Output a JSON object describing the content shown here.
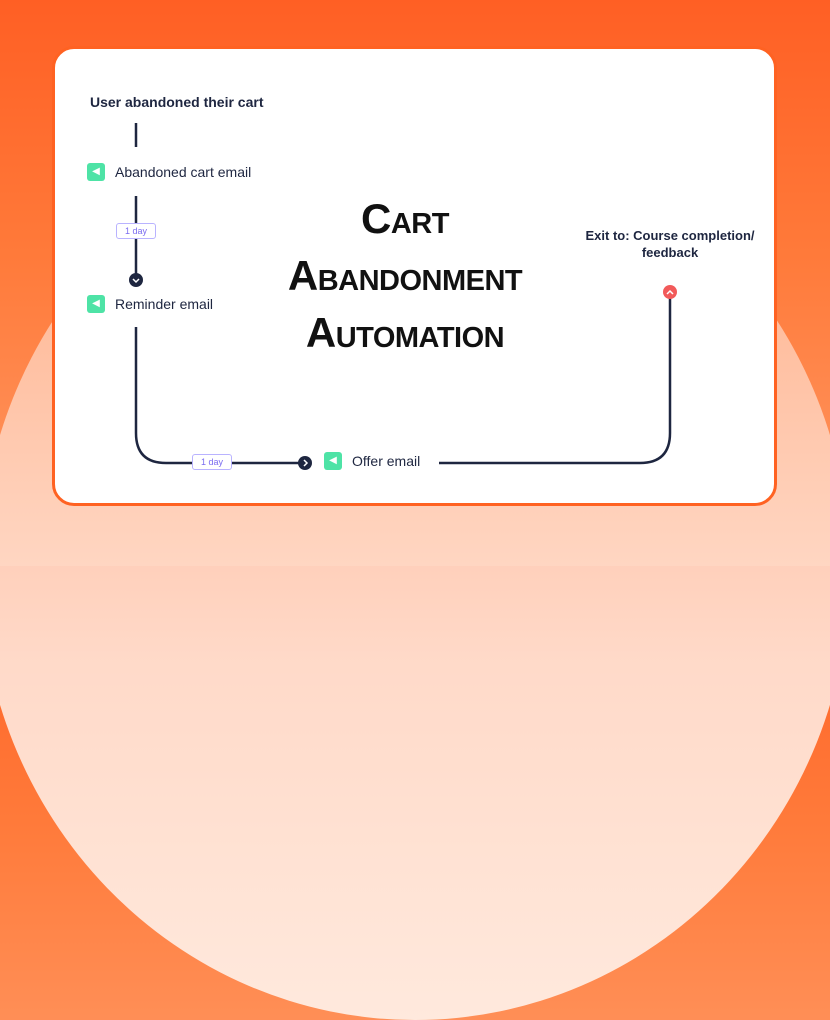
{
  "title": [
    "Cart",
    "Abandonment",
    "Automation"
  ],
  "start": "User abandoned their cart",
  "steps": [
    "Abandoned cart email",
    "Reminder email",
    "Offer email"
  ],
  "delays": [
    "1 day",
    "1 day"
  ],
  "exit": [
    "Exit to: Course completion/",
    "feedback"
  ],
  "colors": {
    "accent": "#ff6222",
    "email_icon": "#4ee3a6",
    "line": "#1e2640",
    "exit_node": "#f25a5a"
  }
}
